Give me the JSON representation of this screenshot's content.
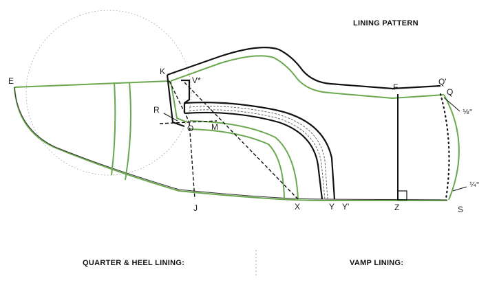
{
  "title": "LINING PATTERN",
  "captions": {
    "quarter": "QUARTER & HEEL LINING:",
    "vamp": "VAMP LINING:"
  },
  "points": {
    "E": "E",
    "K": "K",
    "V": "V*",
    "R": "R",
    "O": "O",
    "M": "M",
    "F": "F",
    "Q1": "Q'",
    "Q": "Q",
    "J": "J",
    "X": "X",
    "Y": "Y",
    "Y1": "Y'",
    "Z": "Z",
    "S": "S"
  },
  "allowances": {
    "top": "⅛\"",
    "bottom": "¼\""
  },
  "colors": {
    "lining": "#6aa84f",
    "outline": "#111111",
    "guide": "#999999"
  }
}
